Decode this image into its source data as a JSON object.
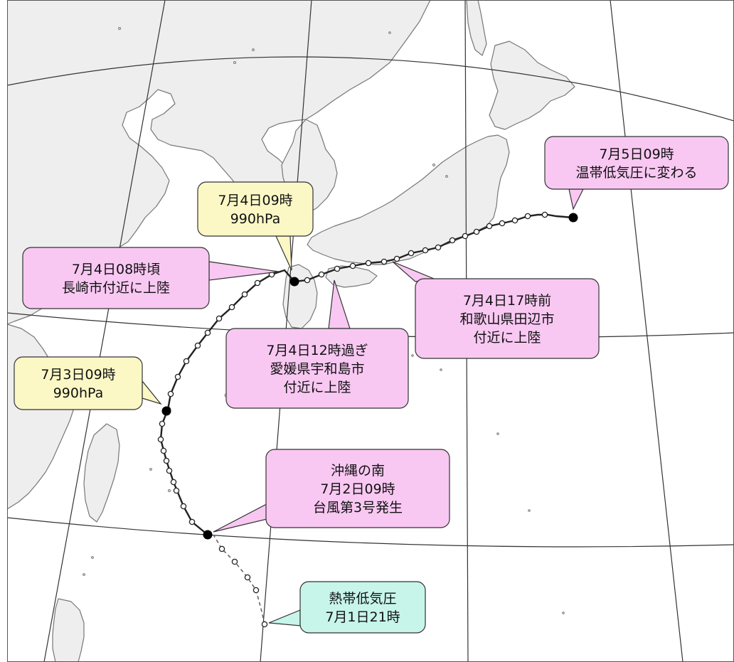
{
  "map": {
    "colors": {
      "land": "#eeeeee",
      "land_stroke": "#777777",
      "sea": "#ffffff",
      "grid": "#333333",
      "track": "#222222",
      "fix_point": "#000000",
      "track_point_fill": "#ffffff",
      "callout_pink": "#f8c8f2",
      "callout_yellow": "#fbf8c6",
      "callout_teal": "#c7f5ea",
      "callout_border": "#333333"
    },
    "callouts": [
      {
        "id": "extratropical",
        "color": "pink",
        "lines": [
          "7月5日09時",
          "温帯低気圧に変わる"
        ]
      },
      {
        "id": "jul4-0900-pressure",
        "color": "yellow",
        "lines": [
          "7月4日09時",
          "990hPa"
        ]
      },
      {
        "id": "landfall-nagasaki",
        "color": "pink",
        "lines": [
          "7月4日08時頃",
          "長崎市付近に上陸"
        ]
      },
      {
        "id": "landfall-tanabe",
        "color": "pink",
        "lines": [
          "7月4日17時前",
          "和歌山県田辺市",
          "付近に上陸"
        ]
      },
      {
        "id": "landfall-uwajima",
        "color": "pink",
        "lines": [
          "7月4日12時過ぎ",
          "愛媛県宇和島市",
          "付近に上陸"
        ]
      },
      {
        "id": "jul3-0900-pressure",
        "color": "yellow",
        "lines": [
          "7月3日09時",
          "990hPa"
        ]
      },
      {
        "id": "typhoon-formation",
        "color": "pink",
        "lines": [
          "沖縄の南",
          "7月2日09時",
          "台風第3号発生"
        ]
      },
      {
        "id": "tropical-depression",
        "color": "teal",
        "lines": [
          "熱帯低気圧",
          "7月1日21時"
        ]
      }
    ]
  }
}
